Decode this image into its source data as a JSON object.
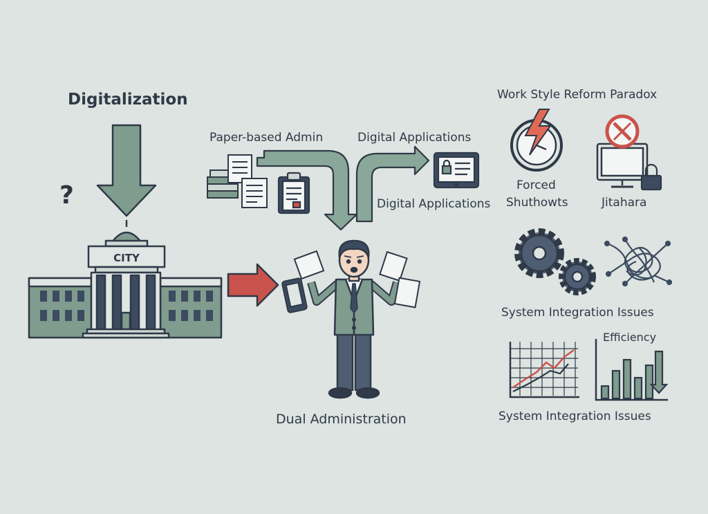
{
  "title": "Digitalization",
  "question_mark": "?",
  "building_sign": "CITY",
  "paper_label": "Paper-based Admin",
  "digital_label_top": "Digital Applications",
  "digital_label_mid": "Digital Applications",
  "dual_label": "Dual Administration",
  "reform_title": "Work Style Reform Paradox",
  "forced_label_1": "Forced",
  "forced_label_2": "Shuthowts",
  "jitahara_label": "Jitahara",
  "integration_label_1": "System Integration Issues",
  "efficiency_label": "Efficiency",
  "integration_label_2": "System Integration Issues",
  "colors": {
    "background": "#dde4e1",
    "green": "#6f8f7f",
    "green_light": "#8aa89a",
    "navy": "#3c4b60",
    "red_arrow": "#c9534c",
    "red_light": "#e06a55"
  }
}
